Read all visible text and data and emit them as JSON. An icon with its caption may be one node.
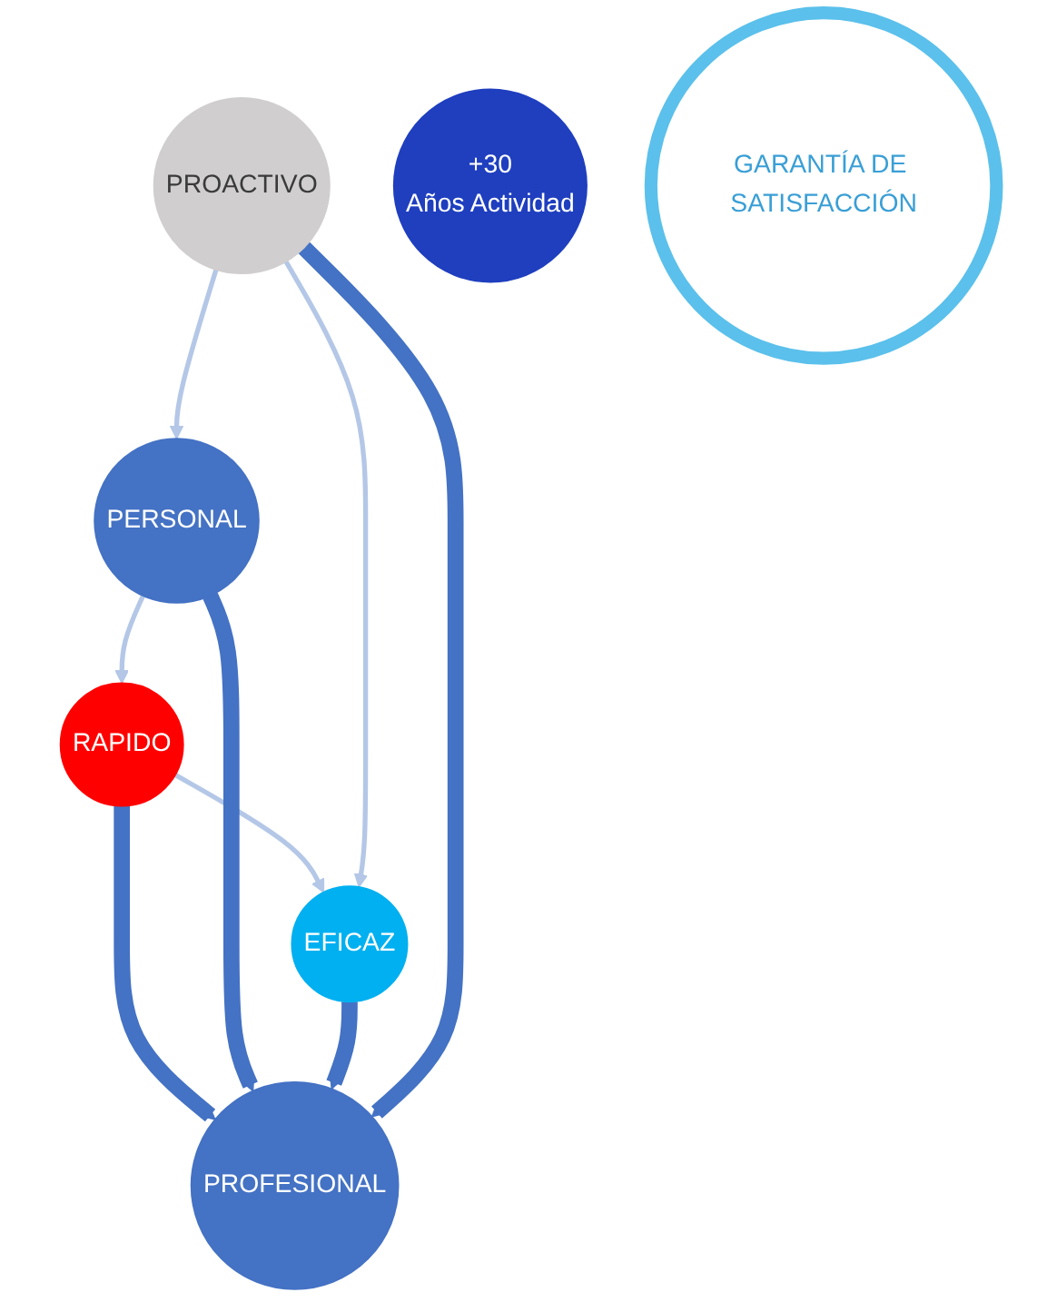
{
  "diagram": {
    "nodes": [
      {
        "text": [
          "RAPIDO"
        ]
      },
      {
        "text": [
          "PERSONAL"
        ]
      },
      {
        "text": [
          "PROFESIONAL"
        ]
      },
      {
        "text": [
          "EFICAZ"
        ]
      },
      {
        "text": [
          "PROACTIVO"
        ]
      },
      {
        "text": [
          "+30",
          "Años Actividad"
        ]
      },
      {
        "text": [
          "GARANTÍA DE SATISFACCIÓN"
        ]
      }
    ],
    "edges": [
      {
        "from": 1,
        "to": 0,
        "arrow": "to",
        "color": "#b4c7e7"
      },
      {
        "from": 0,
        "to": 3,
        "arrow": "to",
        "color": "#b4c7e7"
      },
      {
        "from": 0,
        "to": 2,
        "arrow": "to",
        "style": "thick",
        "color": "#4472c4"
      },
      {
        "from": 1,
        "to": 2,
        "arrow": "to",
        "style": "thick",
        "color": "#4472c4"
      },
      {
        "from": 3,
        "to": 2,
        "arrow": "to",
        "style": "thick",
        "color": "#4472c4"
      },
      {
        "from": 4,
        "to": 2,
        "arrow": "to",
        "style": "thick",
        "color": "#4472c4"
      },
      {
        "from": 4,
        "to": 1,
        "arrow": "to",
        "color": "#b4c7e7"
      },
      {
        "from": 4,
        "to": 3,
        "arrow": "to",
        "color": "#b4c7e7"
      }
    ]
  }
}
